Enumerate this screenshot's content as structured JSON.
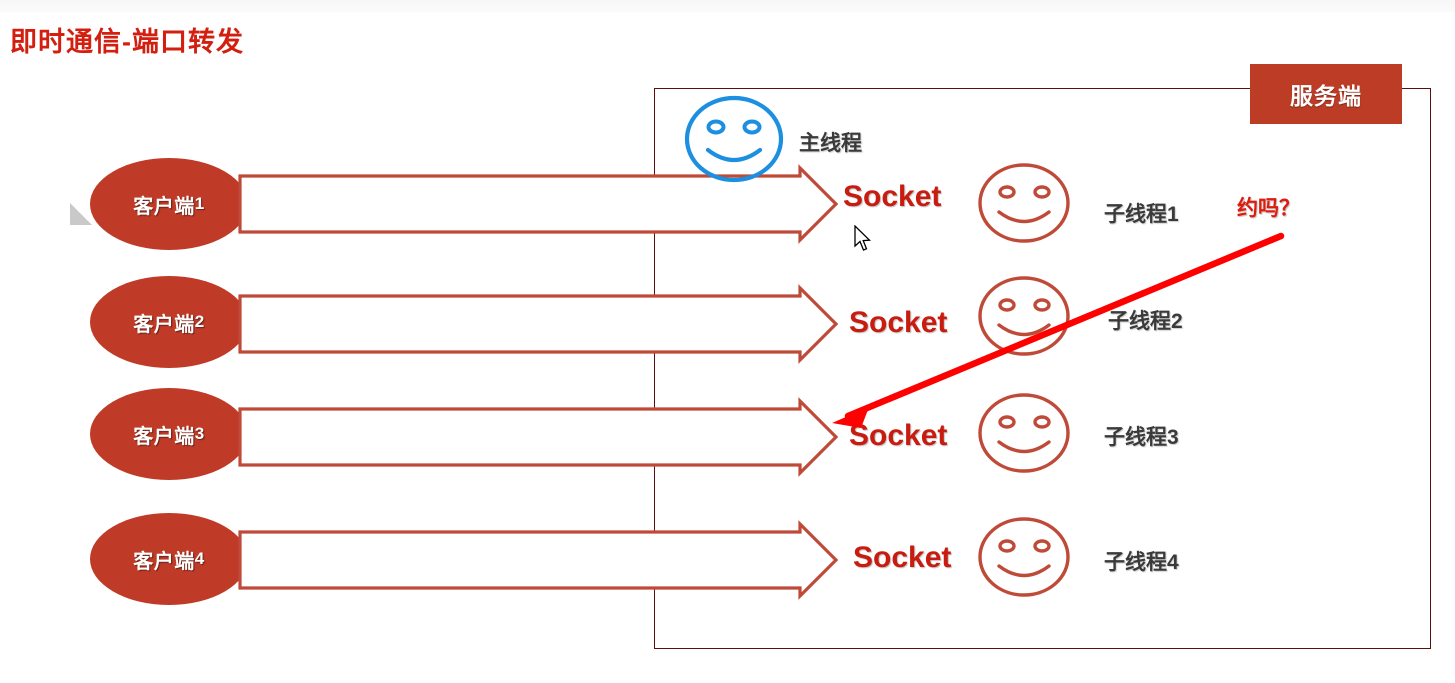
{
  "page": {
    "title": "即时通信-端口转发",
    "title_color": "#d31f10",
    "background": "#ffffff"
  },
  "colors": {
    "brick_red": "#bf3a27",
    "dark_red_border": "#5c0f0a",
    "socket_red": "#c81c10",
    "annotation_red": "#ff0000",
    "blue_face": "#1d8fe0",
    "thread_text": "#3a3a3a"
  },
  "server": {
    "label": "服务端",
    "box_label_bg": "#bc3c26"
  },
  "main_thread": {
    "label": "主线程",
    "face_icon": "smiley-face-blue"
  },
  "clients": [
    {
      "label": "客户端",
      "num": "1"
    },
    {
      "label": "客户端",
      "num": "2"
    },
    {
      "label": "客户端",
      "num": "3"
    },
    {
      "label": "客户端",
      "num": "4"
    }
  ],
  "sockets": [
    {
      "label": "Socket"
    },
    {
      "label": "Socket"
    },
    {
      "label": "Socket"
    },
    {
      "label": "Socket"
    }
  ],
  "child_threads": [
    {
      "label": "子线程1",
      "face_icon": "smiley-face-red"
    },
    {
      "label": "子线程2",
      "face_icon": "smiley-face-red"
    },
    {
      "label": "子线程3",
      "face_icon": "smiley-face-red"
    },
    {
      "label": "子线程4",
      "face_icon": "smiley-face-red"
    }
  ],
  "annotation": {
    "text": "约吗？",
    "arrow": "red-arrow-pointing-to-socket-3"
  },
  "cursor": {
    "icon": "mouse-pointer-arrow"
  }
}
